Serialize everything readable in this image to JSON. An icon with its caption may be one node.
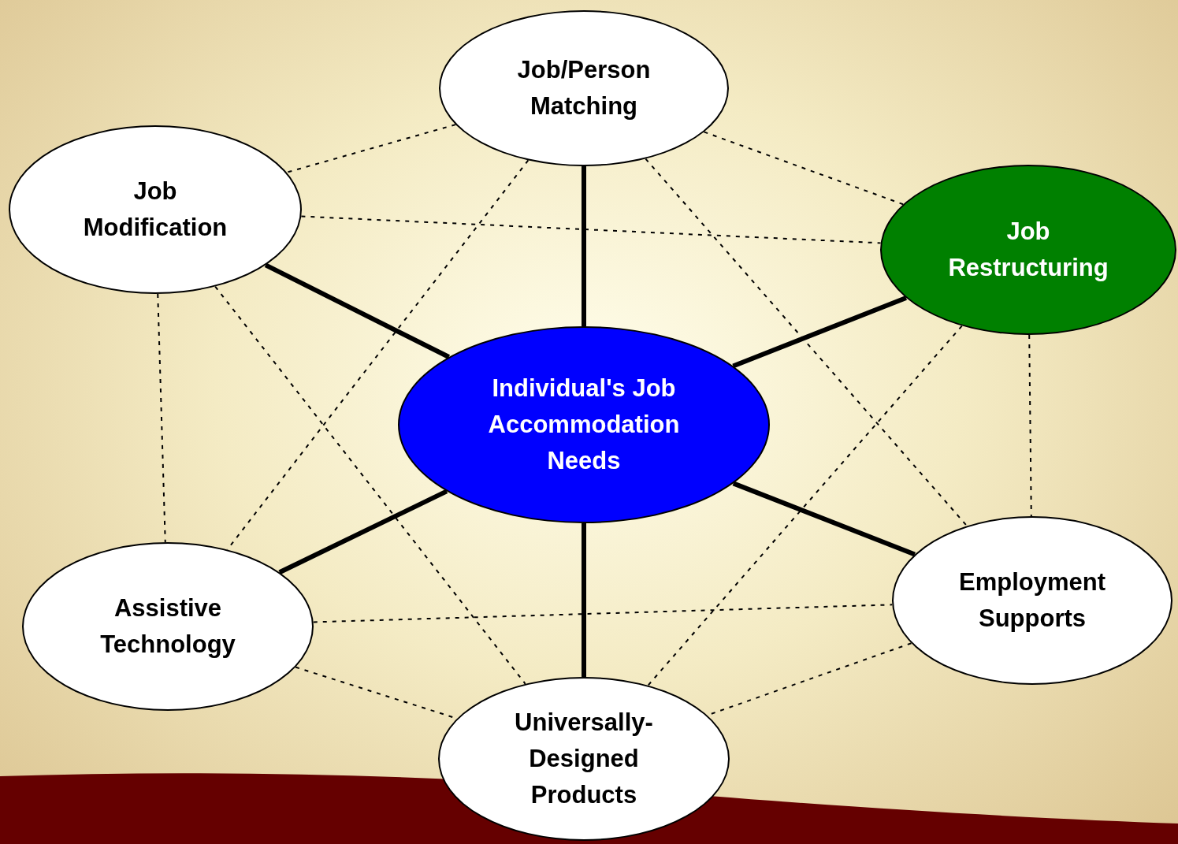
{
  "diagram": {
    "nodes": [
      {
        "text": [
          "Job/Person Matching"
        ]
      },
      {
        "text": [
          "Job Modification"
        ]
      },
      {
        "text": [
          "Job Restructuring"
        ]
      },
      {
        "text": [
          "Individual's Job Accommodation Needs"
        ]
      },
      {
        "text": [
          "Employment Supports"
        ]
      },
      {
        "text": [
          "Assistive Technology"
        ]
      },
      {
        "text": [
          "Universally-Designed Products"
        ]
      }
    ],
    "edges": [
      {
        "from": 3,
        "to": 0,
        "arrow": "none",
        "style": "thick"
      },
      {
        "from": 3,
        "to": 1,
        "arrow": "none",
        "style": "thick"
      },
      {
        "from": 3,
        "to": 2,
        "arrow": "none",
        "style": "thick"
      },
      {
        "from": 3,
        "to": 4,
        "arrow": "none",
        "style": "thick"
      },
      {
        "from": 3,
        "to": 5,
        "arrow": "none",
        "style": "thick"
      },
      {
        "from": 3,
        "to": 6,
        "arrow": "none",
        "style": "thick"
      },
      {
        "from": 0,
        "to": 1,
        "arrow": "none",
        "style": "dashed"
      },
      {
        "from": 0,
        "to": 2,
        "arrow": "none",
        "style": "dashed"
      },
      {
        "from": 0,
        "to": 5,
        "arrow": "none",
        "style": "dashed"
      },
      {
        "from": 0,
        "to": 4,
        "arrow": "none",
        "style": "dashed"
      },
      {
        "from": 1,
        "to": 2,
        "arrow": "none",
        "style": "dashed"
      },
      {
        "from": 1,
        "to": 5,
        "arrow": "none",
        "style": "dashed"
      },
      {
        "from": 1,
        "to": 6,
        "arrow": "none",
        "style": "dashed"
      },
      {
        "from": 2,
        "to": 4,
        "arrow": "none",
        "style": "dashed"
      },
      {
        "from": 2,
        "to": 6,
        "arrow": "none",
        "style": "dashed"
      },
      {
        "from": 5,
        "to": 4,
        "arrow": "none",
        "style": "dashed"
      },
      {
        "from": 5,
        "to": 6,
        "arrow": "none",
        "style": "dashed"
      },
      {
        "from": 4,
        "to": 6,
        "arrow": "none",
        "style": "dashed"
      }
    ]
  }
}
